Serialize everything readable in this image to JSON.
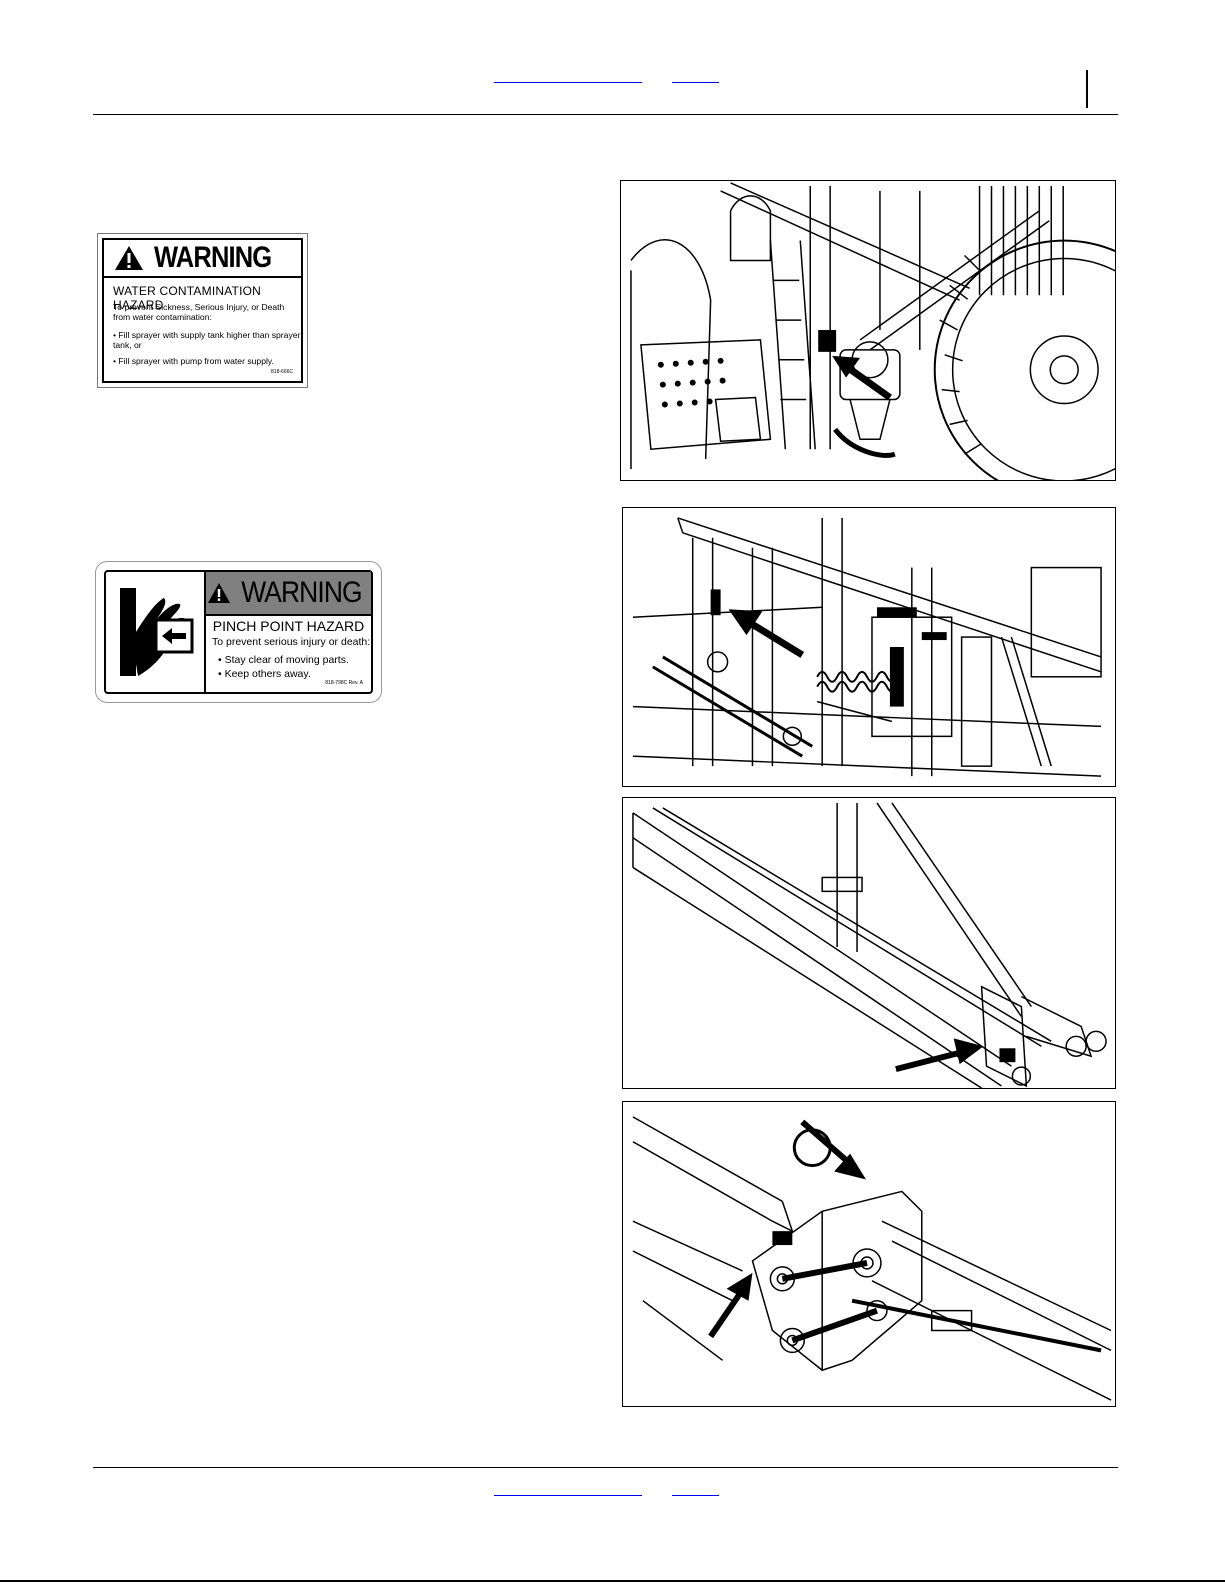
{
  "decal_1": {
    "signal_word": "WARNING",
    "hazard": "WATER CONTAMINATION HAZARD",
    "intro": "To prevent Sickness, Serious Injury, or Death from water contamination:",
    "bullets": [
      "• Fill sprayer with supply tank higher than sprayer tank, or",
      "• Fill sprayer with pump from water supply."
    ],
    "part_number": "818-666C"
  },
  "decal_2": {
    "signal_word": "WARNING",
    "hazard": "PINCH POINT HAZARD",
    "intro": "To prevent serious injury or death:",
    "bullets": [
      "• Stay clear of moving parts.",
      "• Keep others away."
    ],
    "part_number": "818-798C Rev. A"
  }
}
